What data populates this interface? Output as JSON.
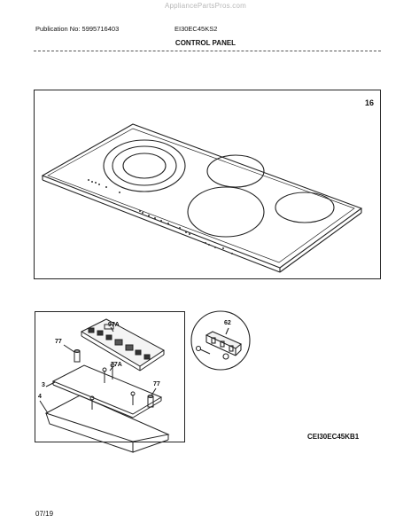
{
  "watermark": "AppliancePartsPros.com",
  "header": {
    "publication": "Publication No: 5995716403",
    "model": "EI30EC45KS2",
    "section_title": "CONTROL PANEL"
  },
  "figures": {
    "cooktop": {
      "number": "16"
    },
    "control_panel": {
      "callouts": {
        "c97a": "97A",
        "c77_left": "77",
        "c77a": "77A",
        "c3": "3",
        "c4": "4",
        "c77_right": "77"
      }
    },
    "knob_bracket": {
      "callouts": {
        "c62": "62"
      }
    }
  },
  "footer": {
    "doc_code": "CEI30EC45KB1",
    "date": "07/19"
  },
  "colors": {
    "line": "#222222",
    "text": "#111111",
    "watermark": "#b8b8b8"
  }
}
